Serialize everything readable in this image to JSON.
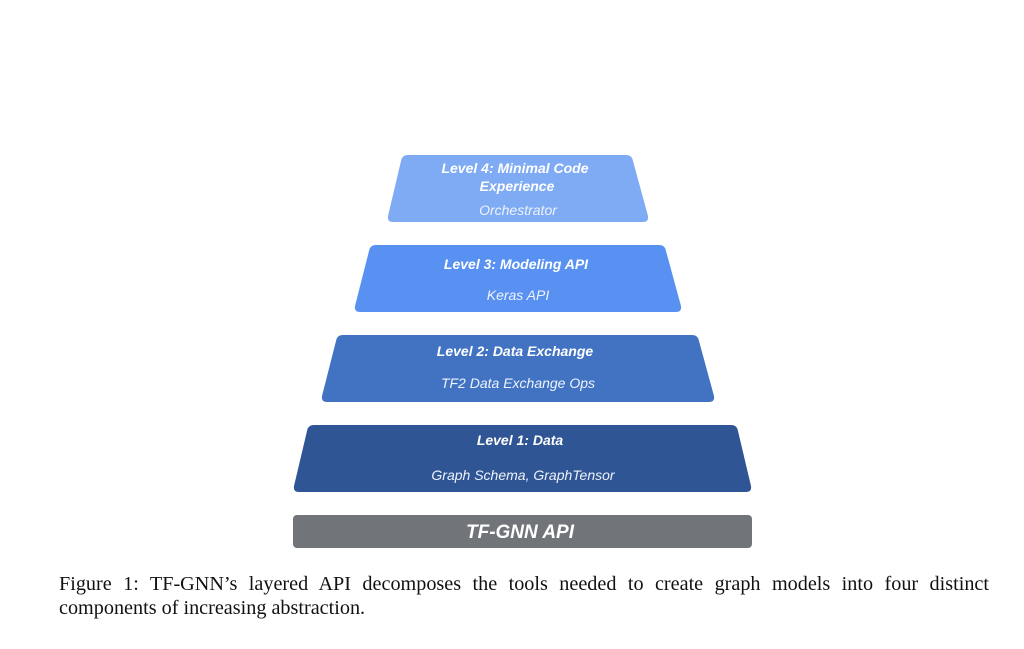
{
  "figure": {
    "levels": [
      {
        "title_lines": [
          "Level 4: Minimal Code",
          "Experience"
        ],
        "subtitle": "Orchestrator",
        "color": "#7FABF4"
      },
      {
        "title_lines": [
          "Level 3: Modeling API"
        ],
        "subtitle": "Keras API",
        "color": "#5891F1"
      },
      {
        "title_lines": [
          "Level 2: Data Exchange"
        ],
        "subtitle": "TF2 Data Exchange Ops",
        "color": "#4273C3"
      },
      {
        "title_lines": [
          "Level 1: Data"
        ],
        "subtitle": "Graph Schema, GraphTensor",
        "color": "#2F5594"
      }
    ],
    "base": {
      "label": "TF-GNN API",
      "color": "#717579"
    },
    "caption": "Figure 1: TF-GNN’s layered API decomposes the tools needed to create graph models into four distinct components of increasing abstraction."
  }
}
